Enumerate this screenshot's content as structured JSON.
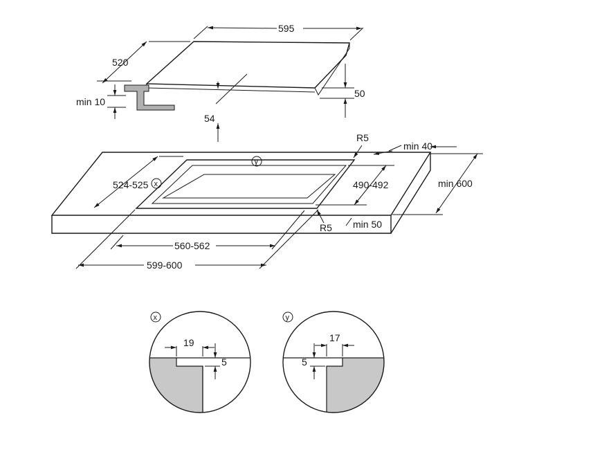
{
  "hob": {
    "width": "595",
    "depth": "520",
    "min_clearance": "min 10",
    "height": "50",
    "built_in": "54"
  },
  "cutout": {
    "radius_top": "R5",
    "radius_bottom": "R5",
    "min_back": "min 40",
    "min_counter_depth": "min 600",
    "cut_depth": "524-525",
    "cut_depth_inner": "490-492",
    "min_front": "min 50",
    "cut_width_inner": "560-562",
    "cut_width": "599-600",
    "detail_x_marker": "x",
    "detail_y_marker": "y"
  },
  "detail_x": {
    "marker": "x",
    "width": "19",
    "depth": "5"
  },
  "detail_y": {
    "marker": "y",
    "width": "17",
    "depth": "5"
  },
  "colors": {
    "line": "#1a1a1a",
    "counter_fill": "#c8c8c8",
    "hob_bracket": "#b0b0b0"
  }
}
